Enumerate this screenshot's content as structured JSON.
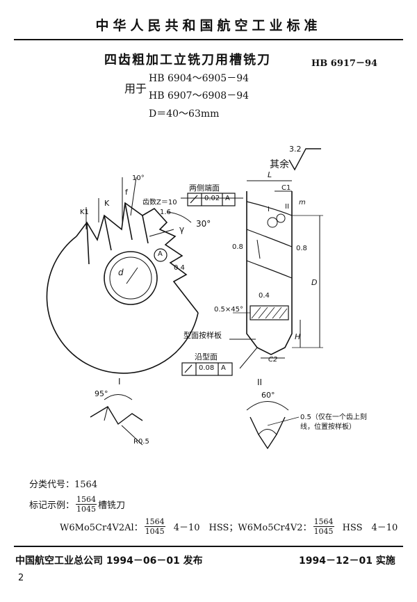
{
  "header": {
    "organization_title": "中华人民共和国航空工业标准"
  },
  "document": {
    "title": "四齿粗加工立铣刀用槽铣刀",
    "code": "HB 6917－94",
    "used_for_label": "用于",
    "applies_to": [
      "HB 6904～6905－94",
      "HB 6907～6908－94"
    ],
    "dimension_range": "D＝40～63mm"
  },
  "drawing": {
    "surface_finish_note": "其余",
    "roughness_main": "3.2",
    "angle_10": "10°",
    "angle_30": "30°",
    "f_label": "f",
    "k_label": "K",
    "k1_label": "K1",
    "gamma_label": "γ",
    "teeth_label": "齿数Z＝10",
    "roughness_tooth": "1.6",
    "roughness_04": "0.4",
    "roughness_08": "0.8",
    "bore_label": "d",
    "section_a_label": "A",
    "side_faces_label": "两侧端面",
    "runout_tol_a": "0.02",
    "datum_a": "A",
    "L_label": "L",
    "C1_label": "C1",
    "I_label": "I",
    "II_label": "II",
    "m_label": "m",
    "D_label": "D",
    "chamfer_label": "0.5×45°",
    "H_label": "H",
    "C2_label": "C2",
    "profile_template_label": "型面按样板",
    "groove_face_label": "沿型面",
    "runout_tol_b": "0.08",
    "datum_b": "A",
    "detail_I_title": "I",
    "detail_I_angle": "95°",
    "detail_I_radius": "R0.5",
    "detail_II_title": "II",
    "detail_II_angle": "60°",
    "detail_II_note_1": "0.5（仅在一个齿上刻",
    "detail_II_note_2": "线，位置按样板）"
  },
  "classification": {
    "label": "分类代号：",
    "value": "1564"
  },
  "marking": {
    "label": "标记示例：",
    "frac_num": "1564",
    "frac_den": "1045",
    "item": "槽铣刀",
    "line2_mat1": "W6Mo5Cr4V2Al：",
    "line2_size1": "4－10　HSS；W6Mo5Cr4V2：",
    "line2_size2": "HSS　4－10"
  },
  "footer": {
    "issuer": "中国航空工业总公司 1994－06－01 发布",
    "effective": "1994－12－01 实施",
    "page_number": "2"
  }
}
